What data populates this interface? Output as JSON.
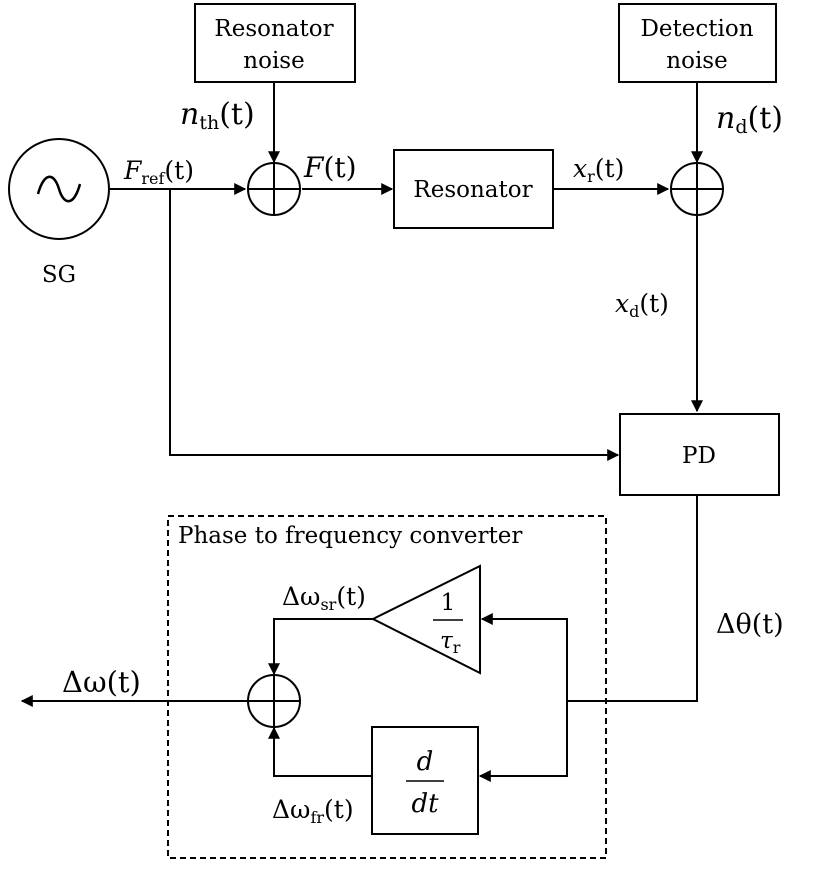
{
  "blocks": {
    "resonator_noise": [
      "Resonator",
      "noise"
    ],
    "detection_noise": [
      "Detection",
      "noise"
    ],
    "resonator": "Resonator",
    "pd": "PD",
    "sg": "SG",
    "converter_title": "Phase to frequency converter",
    "gain_num": "1",
    "gain_den_sym": "τ",
    "gain_den_sub": "r",
    "deriv_num": "d",
    "deriv_den": "dt"
  },
  "signals": {
    "n_th": {
      "sym": "n",
      "sub": "th",
      "arg": "(t)"
    },
    "n_d": {
      "sym": "n",
      "sub": "d",
      "arg": "(t)"
    },
    "F_ref": {
      "sym": "F",
      "sub": "ref",
      "arg": "(t)"
    },
    "F": {
      "sym": "F",
      "arg": "(t)"
    },
    "x_r": {
      "sym": "x",
      "sub": "r",
      "arg": "(t)"
    },
    "x_d": {
      "sym": "x",
      "sub": "d",
      "arg": "(t)"
    },
    "delta_theta": {
      "sym": "Δθ",
      "arg": "(t)"
    },
    "delta_omega_sr": {
      "sym": "Δω",
      "sub": "sr",
      "arg": "(t)"
    },
    "delta_omega_fr": {
      "sym": "Δω",
      "sub": "fr",
      "arg": "(t)"
    },
    "delta_omega": {
      "sym": "Δω",
      "arg": "(t)"
    }
  }
}
